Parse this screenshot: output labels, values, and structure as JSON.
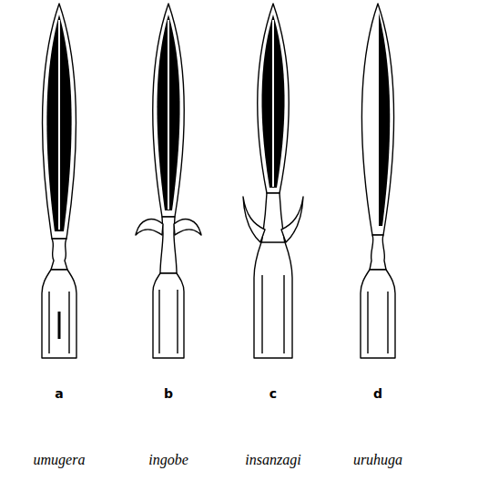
{
  "diagram": {
    "labels": [
      "a",
      "b",
      "c",
      "d",
      "umugera",
      "ingobe",
      "insanzagi",
      "uruhuga"
    ]
  }
}
